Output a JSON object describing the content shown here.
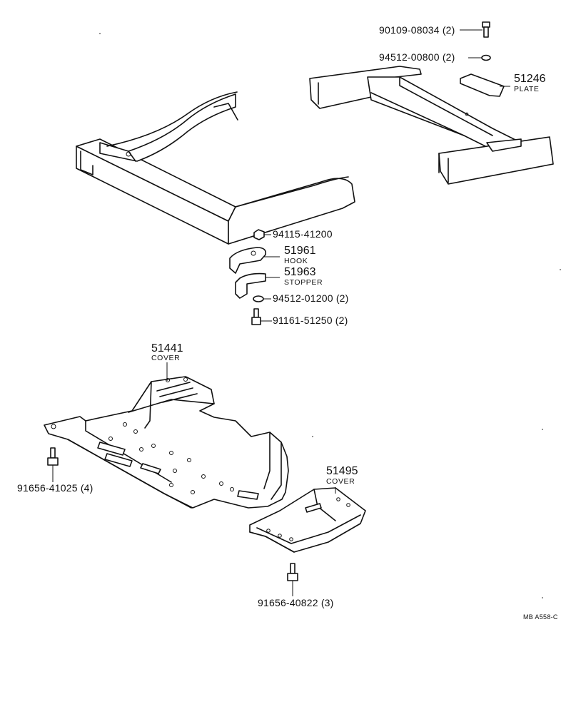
{
  "callouts": {
    "bolt_90109": "90109-08034 (2)",
    "washer_94512_00800": "94512-00800 (2)",
    "plate_no": "51246",
    "plate_name": "PLATE",
    "nut_94115": "94115-41200",
    "hook_no": "51961",
    "hook_name": "HOOK",
    "stopper_no": "51963",
    "stopper_name": "STOPPER",
    "washer_94512_01200": "94512-01200 (2)",
    "bolt_91161": "91161-51250 (2)",
    "cover1_no": "51441",
    "cover1_name": "COVER",
    "bolt_91656_41025": "91656-41025 (4)",
    "cover2_no": "51495",
    "cover2_name": "COVER",
    "bolt_91656_40822": "91656-40822 (3)"
  },
  "drawing_code": "MB A558-C"
}
